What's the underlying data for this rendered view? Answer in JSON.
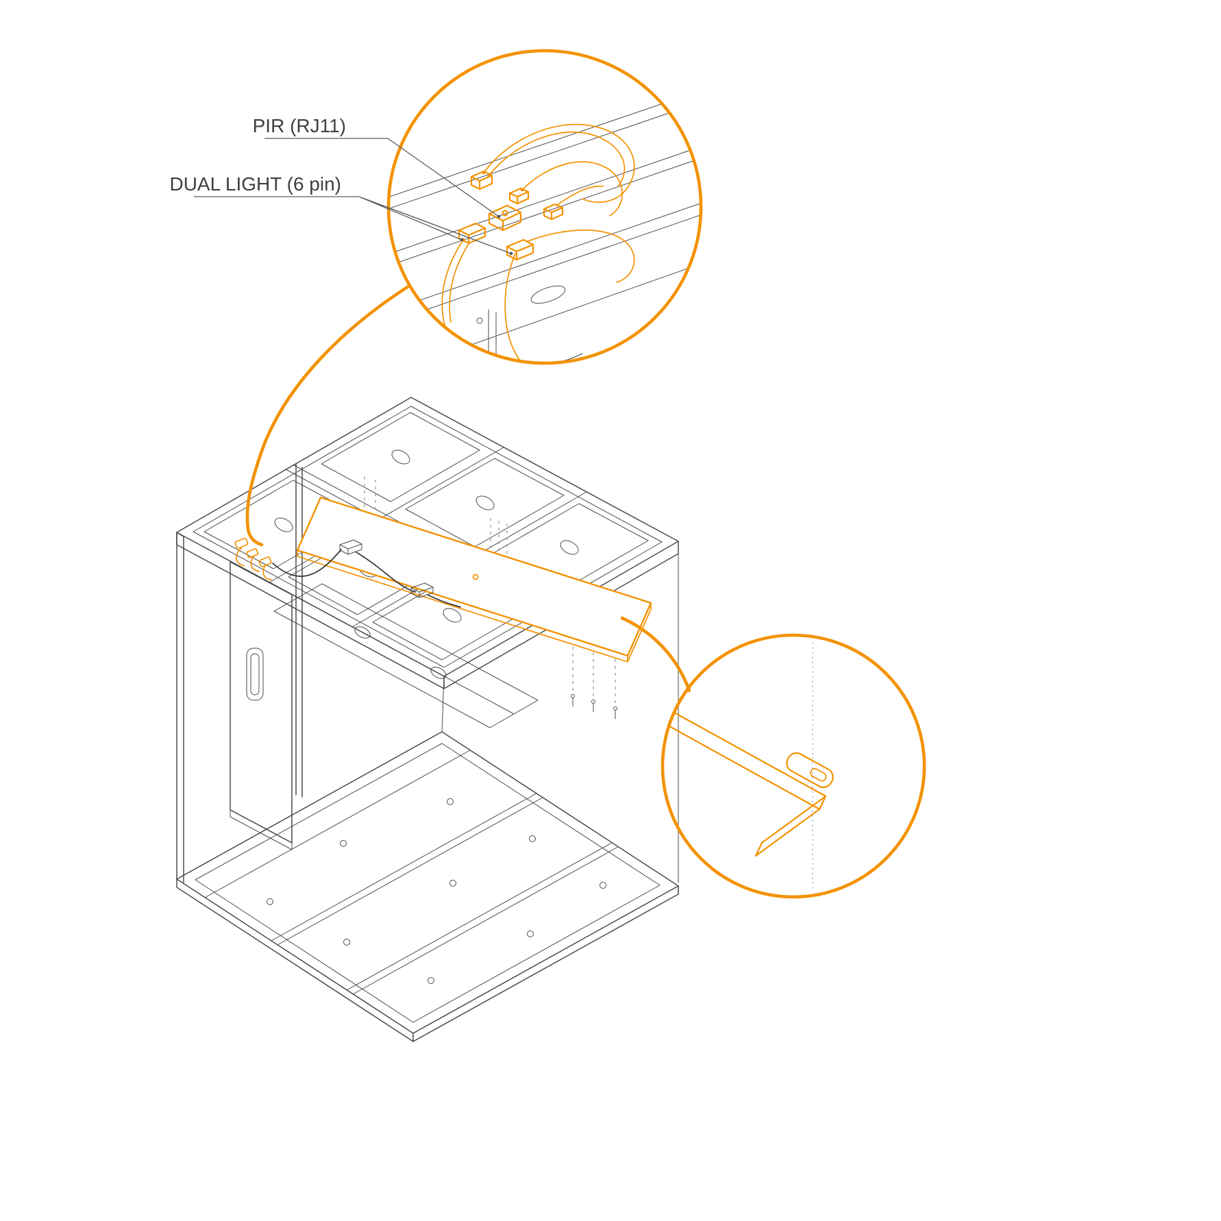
{
  "diagram": {
    "type": "exploded-assembly-diagram",
    "labels": {
      "pir": "PIR (RJ11)",
      "dual_light": "DUAL LIGHT (6 pin)"
    },
    "colors": {
      "accent": "#F39200",
      "line": "#4a4a4a",
      "leader": "#5a5a5a",
      "dash": "#9a9a9a",
      "cable": "#3a3a3a",
      "text": "#3f3f3f",
      "background": "#ffffff"
    }
  }
}
